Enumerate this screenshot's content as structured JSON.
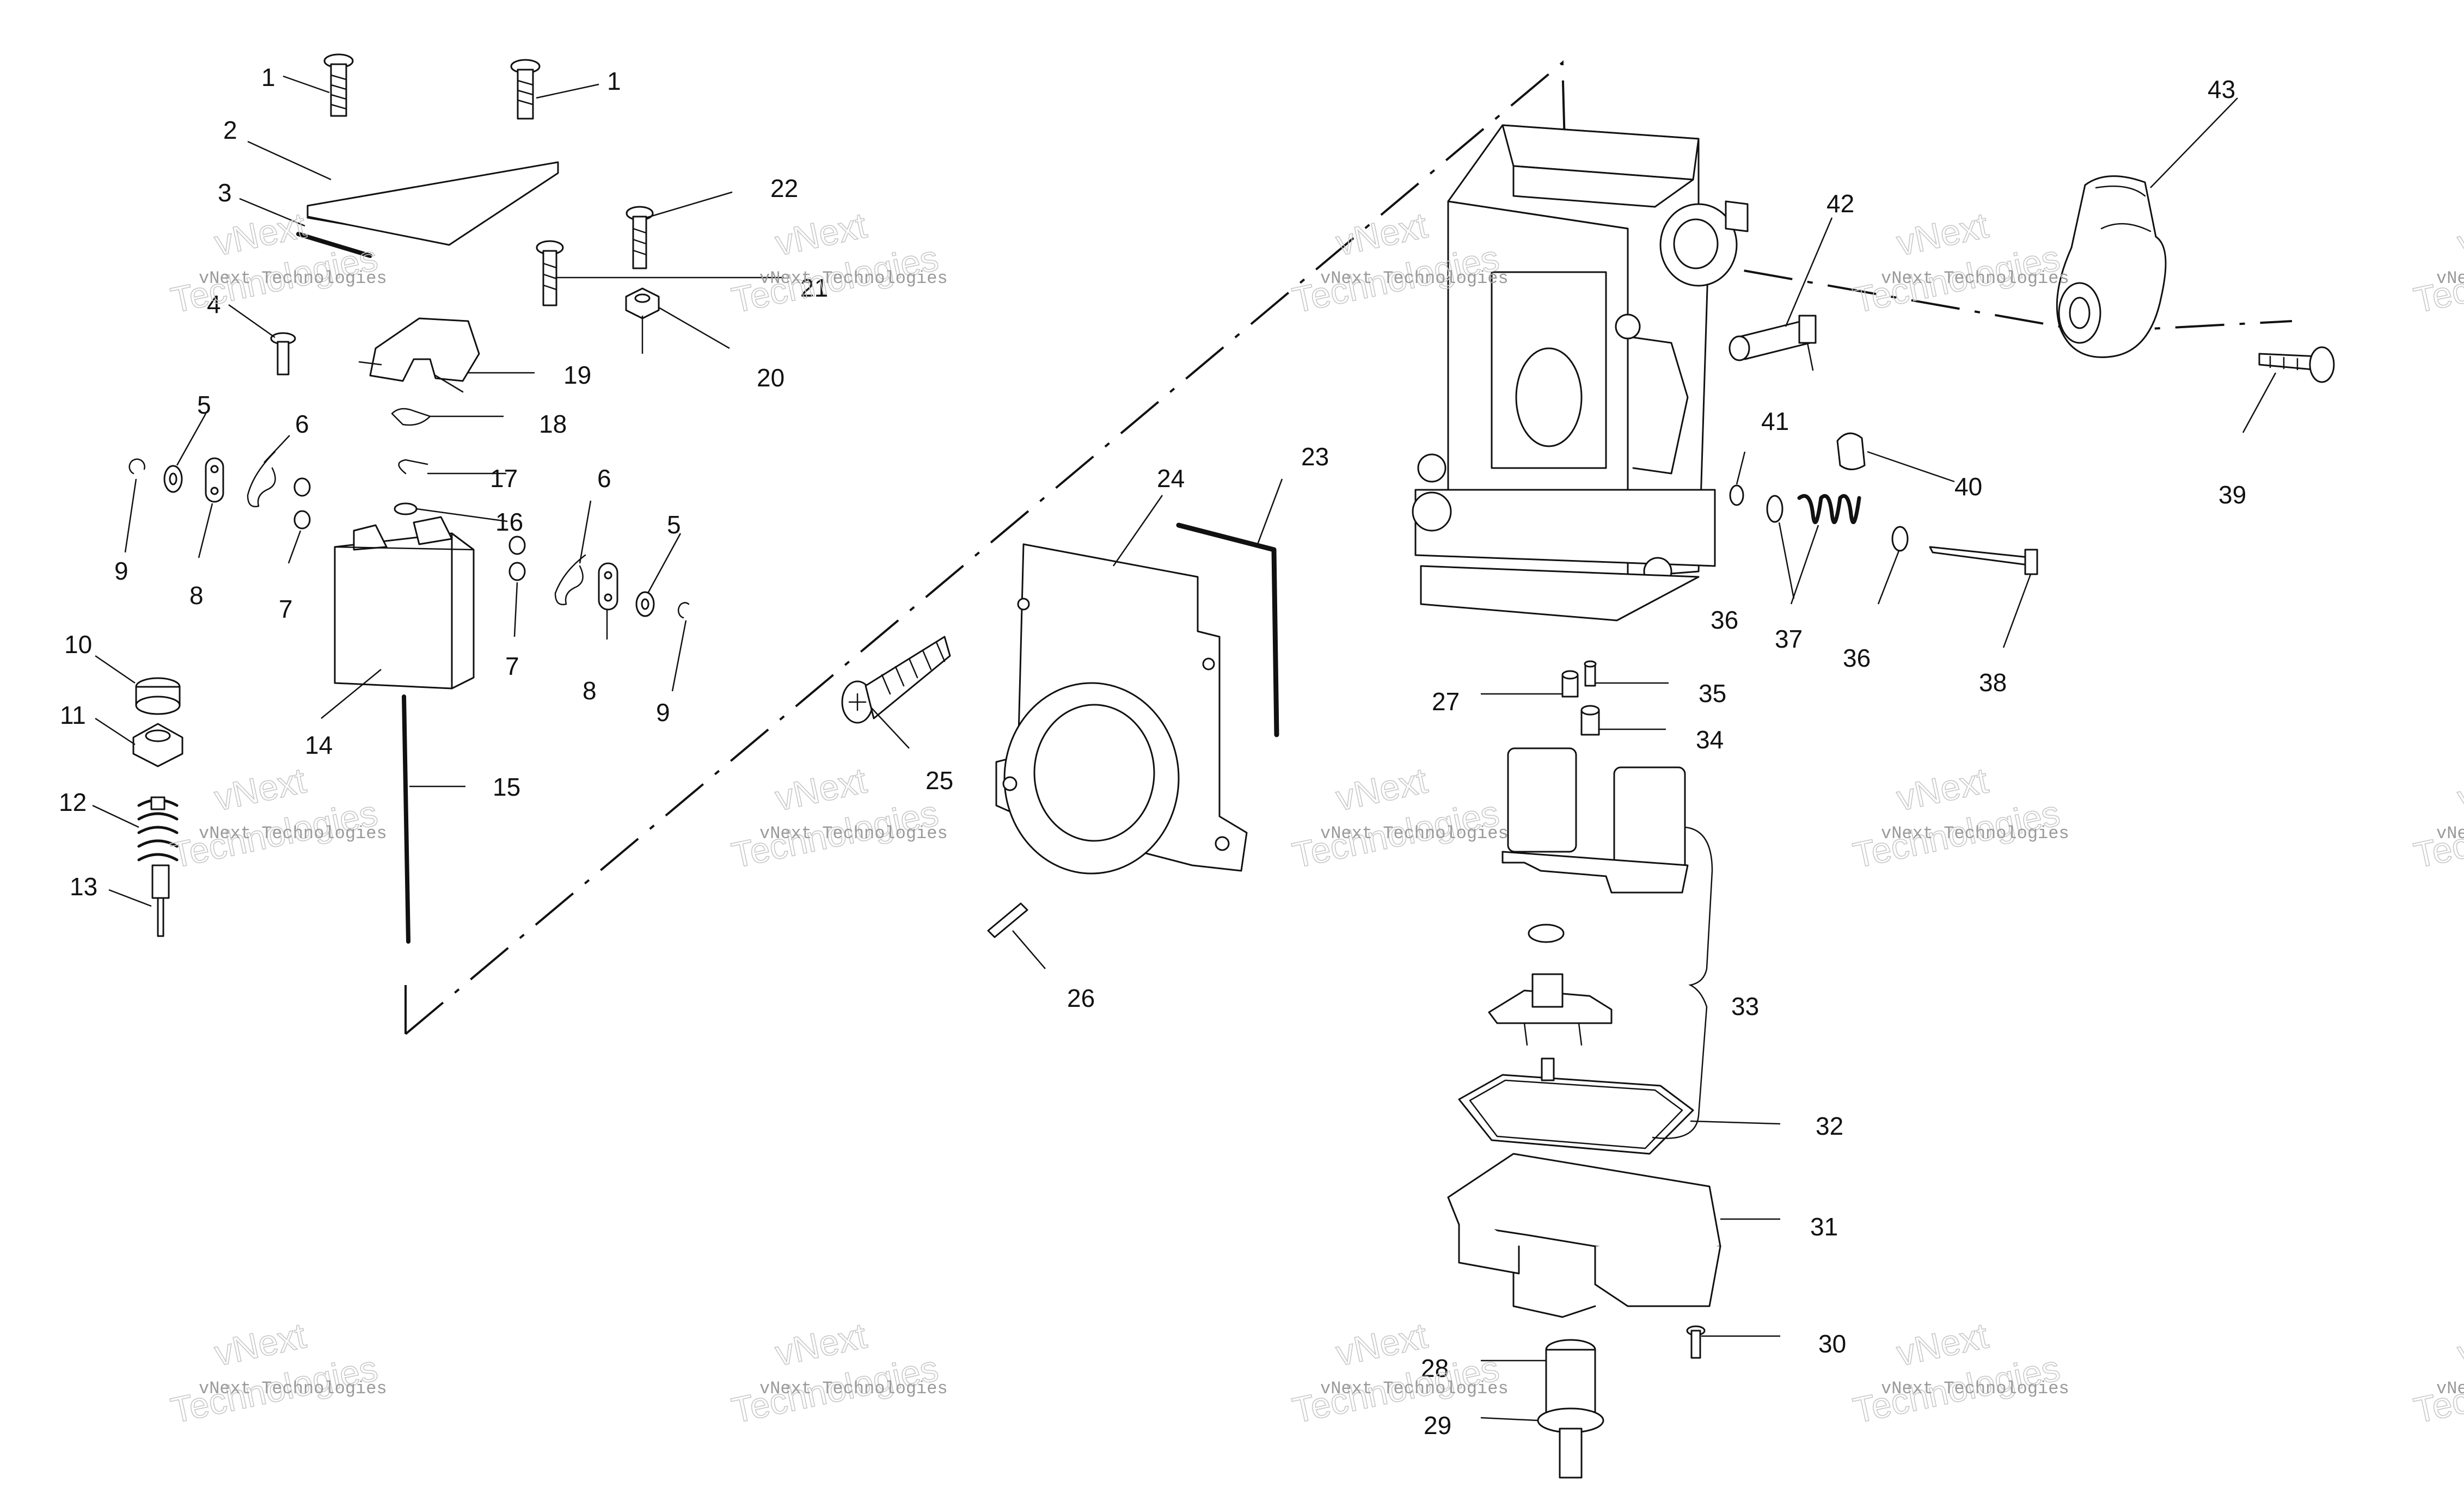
{
  "diagram": {
    "callouts": [
      "1",
      "1",
      "2",
      "3",
      "4",
      "5",
      "6",
      "9",
      "8",
      "7",
      "10",
      "11",
      "12",
      "13",
      "14",
      "15",
      "16",
      "17",
      "18",
      "19",
      "20",
      "21",
      "22",
      "6",
      "5",
      "7",
      "8",
      "9",
      "23",
      "24",
      "25",
      "26",
      "27",
      "35",
      "34",
      "33",
      "32",
      "31",
      "30",
      "28",
      "29",
      "36",
      "37",
      "36",
      "38",
      "40",
      "41",
      "42",
      "43",
      "39"
    ],
    "watermark": {
      "line1": "vNext",
      "line2": "Technologies",
      "caption": "vNext Technologies"
    }
  }
}
